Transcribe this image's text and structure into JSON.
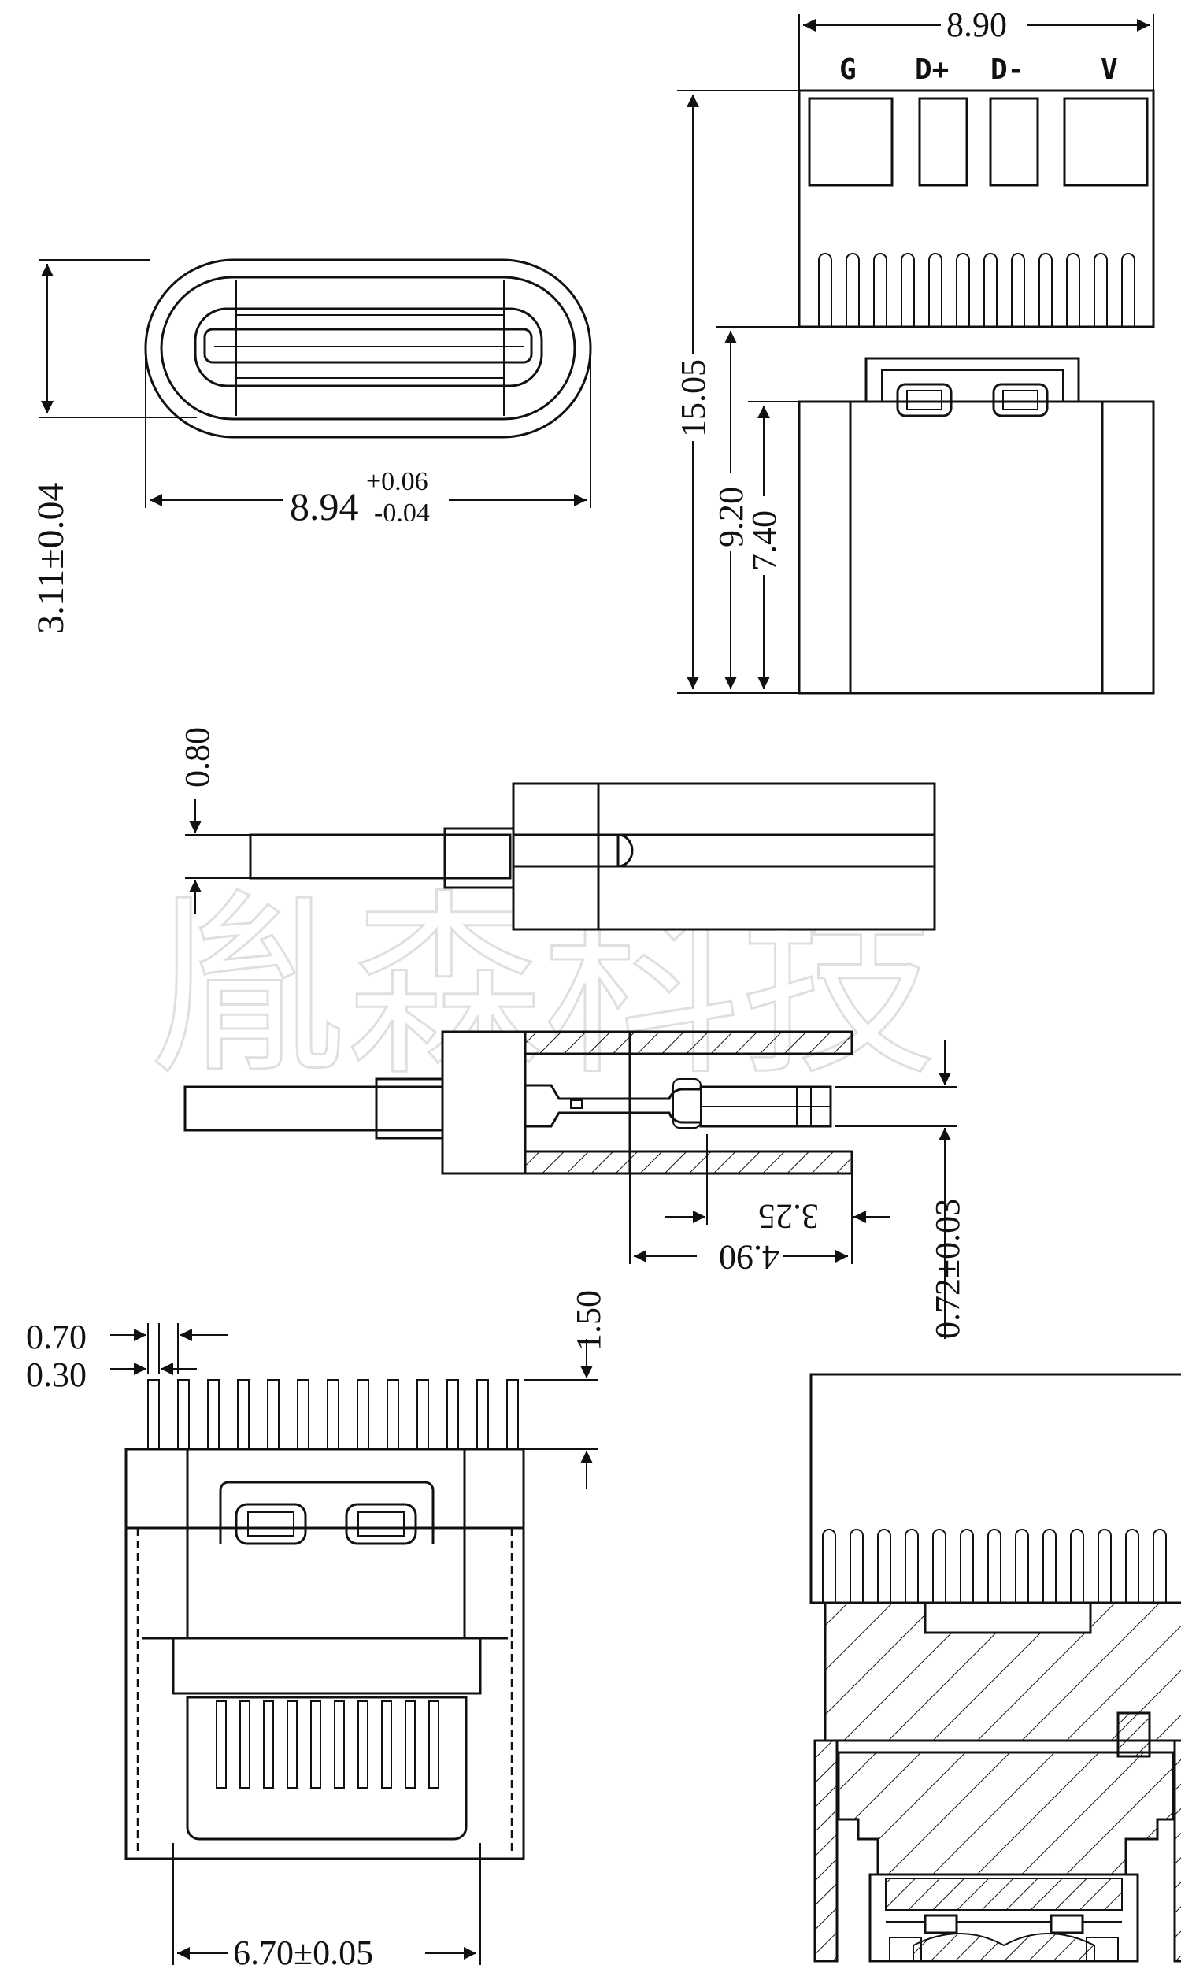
{
  "watermark": "胤森科技",
  "front_view": {
    "dim_height": "3.11±0.04",
    "dim_width_base": "8.94",
    "dim_width_tol_upper": "+0.06",
    "dim_width_tol_lower": "-0.04"
  },
  "top_view": {
    "pin_labels": [
      "G",
      "D+",
      "D-",
      "V"
    ],
    "dim_width": "8.90",
    "dim_total_length": "15.05",
    "dim_a": "9.20",
    "dim_b": "7.40"
  },
  "side_view": {
    "dim_thickness": "0.80"
  },
  "section_view": {
    "dim_a": "3.25",
    "dim_b": "4.90",
    "dim_c": "0.72±0.03"
  },
  "bottom_view": {
    "dim_pitch": "0.70",
    "dim_pin_width": "0.30",
    "dim_pin_length": "1.50",
    "dim_inner_width": "6.70±0.05"
  }
}
